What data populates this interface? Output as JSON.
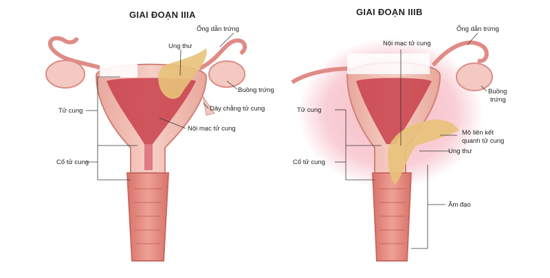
{
  "panels": [
    {
      "title": "GIAI ĐOẠN IIIA",
      "labels": {
        "fallopian_tube": "Ống dẫn trứng",
        "cancer": "Ung thư",
        "ovary": "Buồng trứng",
        "ligament": "Dây chằng tử cung",
        "uterus": "Tử cung",
        "endometrium": "Nội mạc tử cung",
        "cervix": "Cổ tử cung"
      }
    },
    {
      "title": "GIAI ĐOẠN IIIB",
      "labels": {
        "fallopian_tube": "Ống dẫn trứng",
        "endometrium": "Nội mạc tử cung",
        "ovary_line1": "Buồng",
        "ovary_line2": "trứng",
        "uterus": "Tử cung",
        "connective_line1": "Mô liên kết",
        "connective_line2": "quanh tử cung",
        "cancer": "Ung thư",
        "cervix": "Cổ tử cung",
        "vagina": "Âm đạo"
      }
    }
  ],
  "colors": {
    "tissue": "#f2c2ba",
    "tissue_dark": "#d9776c",
    "cavity": "#c8404a",
    "tumor": "#e8c27a",
    "glow": "#f3a0ae"
  }
}
